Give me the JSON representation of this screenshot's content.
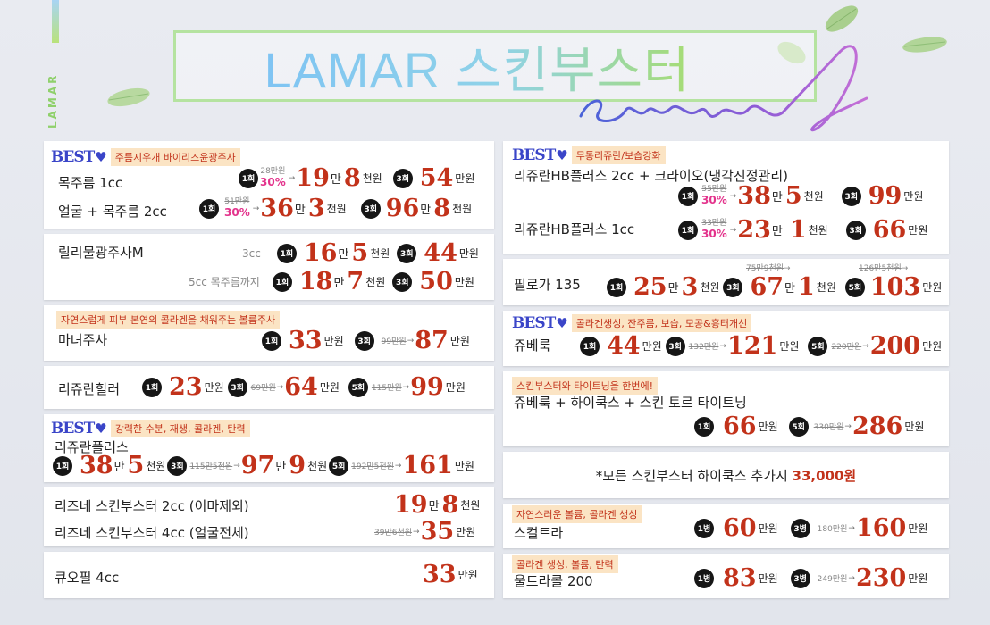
{
  "brand": {
    "side_text": "LAMAR",
    "title": "LAMAR 스킨부스터",
    "script": "event"
  },
  "labels": {
    "best": "BEST",
    "heart": "♥",
    "s1": "1회",
    "s3": "3회",
    "s5": "5회",
    "b1": "1병",
    "b3": "3병",
    "man": "만",
    "cheon": "천원",
    "manwon": "만원",
    "arrow": "→"
  },
  "left": {
    "c1": {
      "tag": "주름지우개 바이리즈윤광주사",
      "r1": {
        "name": "목주름 1cc",
        "old": "28만원",
        "pct": "30%",
        "p1a": "19",
        "p1b": "8",
        "p3": "54"
      },
      "r2": {
        "name": "얼굴 + 목주름 2cc",
        "old": "51만원",
        "pct": "30%",
        "p1a": "36",
        "p1b": "3",
        "p3a": "96",
        "p3b": "8"
      }
    },
    "c2": {
      "name": "릴리물광주사M",
      "r1": {
        "sub": "3cc",
        "p1a": "16",
        "p1b": "5",
        "p3": "44"
      },
      "r2": {
        "sub": "5cc 목주름까지",
        "p1a": "18",
        "p1b": "7",
        "p3": "50"
      }
    },
    "c3": {
      "tag": "자연스럽게 피부 본연의 콜라겐을 채워주는 볼륨주사",
      "name": "마녀주사",
      "p1": "33",
      "old3": "99만원",
      "p3": "87"
    },
    "c4": {
      "name": "리쥬란힐러",
      "p1": "23",
      "old3": "69만원",
      "p3": "64",
      "old5": "115만원",
      "p5": "99"
    },
    "c5": {
      "tag": "강력한 수분, 재생, 콜라겐, 탄력",
      "name": "리쥬란플러스",
      "p1a": "38",
      "p1b": "5",
      "old3": "115만5천원",
      "p3a": "97",
      "p3b": "9",
      "old5": "192만5천원",
      "p5": "161"
    },
    "c6": {
      "r1": {
        "name": "리즈네 스킨부스터 2cc (이마제외)",
        "pa": "19",
        "pb": "8"
      },
      "r2": {
        "name": "리즈네 스킨부스터 4cc (얼굴전체)",
        "old": "39만6천원",
        "p": "35"
      }
    },
    "c7": {
      "name": "큐오필 4cc",
      "p": "33"
    }
  },
  "right": {
    "c1": {
      "tag": "무통리쥬란/보습강화",
      "r1": {
        "name": "리쥬란HB플러스 2cc + 크라이오(냉각진정관리)",
        "old": "55만원",
        "pct": "30%",
        "p1a": "38",
        "p1b": "5",
        "p3": "99"
      },
      "r2": {
        "name": "리쥬란HB플러스 1cc",
        "old": "33만원",
        "pct": "30%",
        "p1a": "23",
        "p1b": "1",
        "p3": "66"
      }
    },
    "c2": {
      "name": "필로가 135",
      "p1a": "25",
      "p1b": "3",
      "old3": "75만9천원",
      "p3a": "67",
      "p3b": "1",
      "old5": "126만5천원",
      "p5": "103"
    },
    "c3": {
      "tag": "콜라겐생성, 잔주름, 보습, 모공&흉터개선",
      "name": "쥬베룩",
      "p1": "44",
      "old3": "132만원",
      "p3": "121",
      "old5": "220만원",
      "p5": "200"
    },
    "c4": {
      "tag": "스킨부스터와 타이트닝을 한번에!",
      "name": "쥬베룩 + 하이쿡스 + 스킨 토르 타이트닝",
      "p1": "66",
      "old5": "330만원",
      "p5": "286"
    },
    "c5": {
      "note_pre": "*모든 스킨부스터 하이쿡스 추가시",
      "note_val": "33,000원"
    },
    "c6": {
      "tag": "자연스러운 볼륨, 콜라겐 생성",
      "name": "스컬트라",
      "p1": "60",
      "old3": "180만원",
      "p3": "160"
    },
    "c7": {
      "tag": "콜라겐 생성, 볼륨, 탄력",
      "name": "울트라콜 200",
      "p1": "83",
      "old3": "249만원",
      "p3": "230"
    }
  }
}
